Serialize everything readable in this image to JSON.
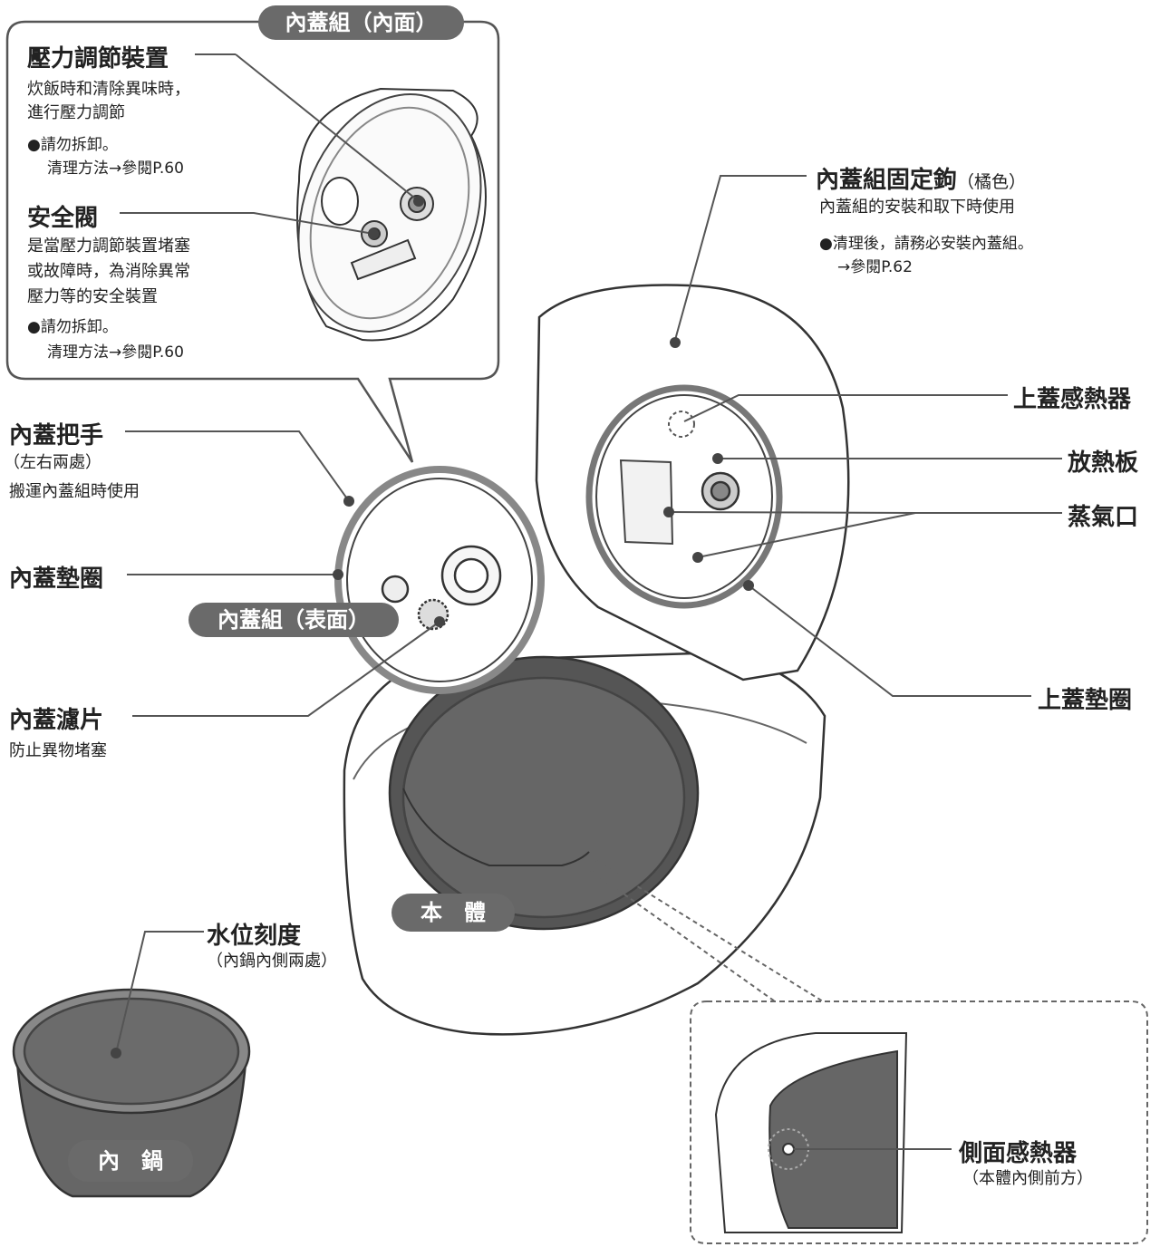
{
  "callout_box": {
    "title": "內蓋組（內面）",
    "pressure_regulator": {
      "name": "壓力調節裝置",
      "desc": [
        "炊飯時和清除異味時，",
        "進行壓力調節"
      ],
      "note": [
        "●請勿拆卸。",
        "清理方法→參閱P.60"
      ]
    },
    "safety_valve": {
      "name": "安全閥",
      "desc": [
        "是當壓力調節裝置堵塞",
        "或故障時，為消除異常",
        "壓力等的安全裝置"
      ],
      "note": [
        "●請勿拆卸。",
        "清理方法→參閱P.60"
      ]
    }
  },
  "labels": {
    "lid_handle": {
      "name": "內蓋把手",
      "sub": "（左右兩處）",
      "desc": "搬運內蓋組時使用"
    },
    "lid_gasket": {
      "name": "內蓋墊圈"
    },
    "lid_set_surface": "內蓋組（表面）",
    "lid_filter": {
      "name": "內蓋濾片",
      "desc": "防止異物堵塞"
    },
    "lid_fixing_hook": {
      "name": "內蓋組固定鉤",
      "color_note": "（橘色）",
      "desc": "內蓋組的安裝和取下時使用",
      "note": [
        "●清理後，請務必安裝內蓋組。",
        "→參閱P.62"
      ]
    },
    "top_lid_sensor": "上蓋感熱器",
    "heat_radiating_plate": "放熱板",
    "steam_vent": "蒸氣口",
    "top_lid_gasket": "上蓋墊圈",
    "main_body": "本　體",
    "water_level": {
      "name": "水位刻度",
      "sub": "（內鍋內側兩處）"
    },
    "inner_pot": "內　鍋",
    "side_sensor": {
      "name": "側面感熱器",
      "sub": "（本體內側前方）"
    }
  }
}
